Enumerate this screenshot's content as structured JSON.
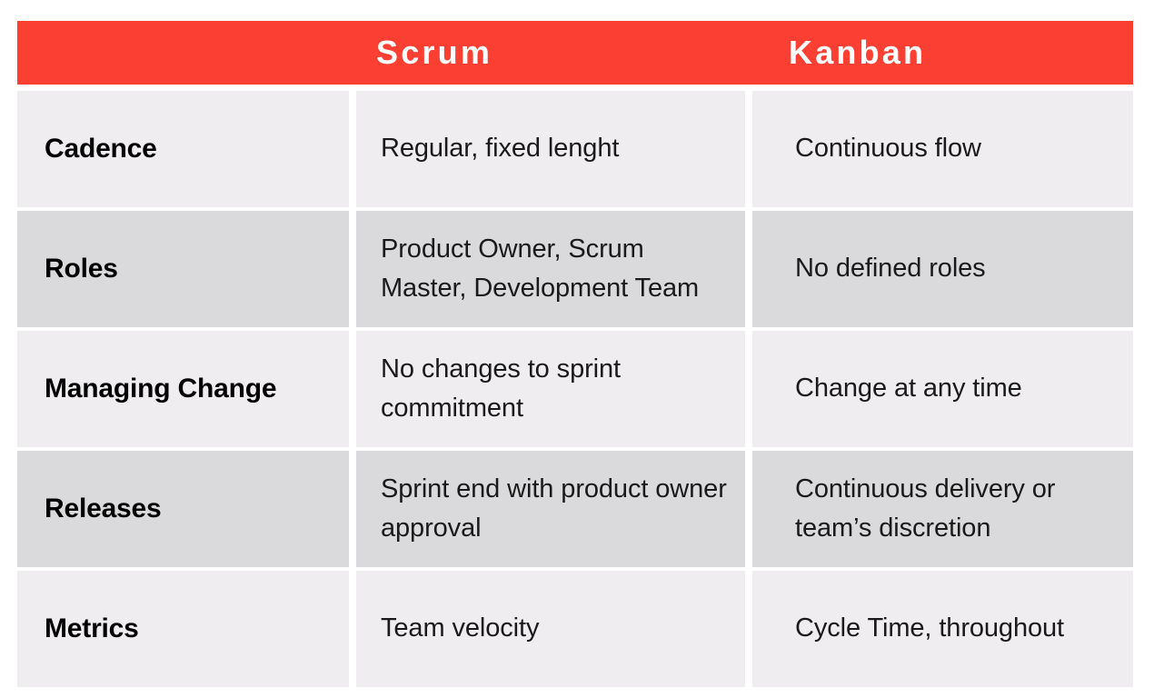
{
  "table": {
    "header": {
      "row_label_column": "",
      "columns": [
        "Scrum",
        "Kanban"
      ],
      "background_color": "#fc3f33",
      "text_color": "#ffffff"
    },
    "row_colors": {
      "light": "#efedf0",
      "dark": "#dadadc"
    },
    "rows": [
      {
        "label": "Cadence",
        "scrum": "Regular, fixed lenght",
        "kanban": "Continuous flow",
        "shade": "light"
      },
      {
        "label": "Roles",
        "scrum": "Product Owner, Scrum Master, Development Team",
        "kanban": "No defined roles",
        "shade": "dark"
      },
      {
        "label": "Managing Change",
        "scrum": "No changes to sprint commitment",
        "kanban": "Change at any time",
        "shade": "light"
      },
      {
        "label": "Releases",
        "scrum": "Sprint end with product owner approval",
        "kanban": "Continuous delivery or team’s discretion",
        "shade": "dark"
      },
      {
        "label": "Metrics",
        "scrum": "Team velocity",
        "kanban": "Cycle Time, throughout",
        "shade": "light"
      }
    ]
  }
}
